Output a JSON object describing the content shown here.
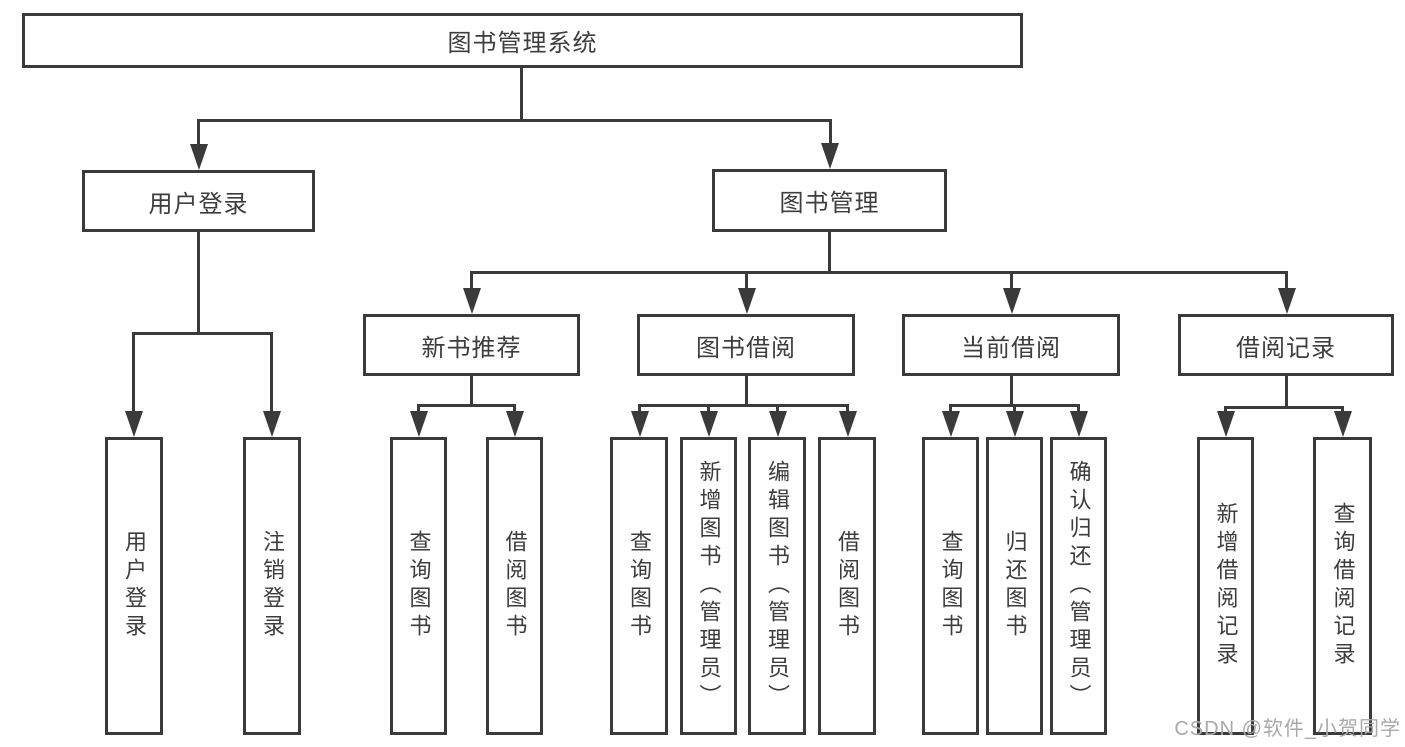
{
  "diagram": {
    "title": "图书管理系统",
    "level2": {
      "user_login": "用户登录",
      "book_mgmt": "图书管理"
    },
    "level3": {
      "new_book_rec": "新书推荐",
      "book_borrow": "图书借阅",
      "current_borrow": "当前借阅",
      "borrow_records": "借阅记录"
    },
    "leaves": {
      "login": "用户登录",
      "logout": "注销登录",
      "rec_query_books": "查询图书",
      "rec_borrow_books": "借阅图书",
      "bb_query_books": "查询图书",
      "bb_add_books": "新增图书（管理员）",
      "bb_edit_books": "编辑图书（管理员）",
      "bb_borrow_books": "借阅图书",
      "cur_query_books": "查询图书",
      "cur_return_books": "归还图书",
      "cur_confirm_return": "确认归还（管理员）",
      "recs_add_record": "新增借阅记录",
      "recs_query_record": "查询借阅记录"
    }
  },
  "watermark": "CSDN @软件_小贺同学",
  "colors": {
    "line": "#3a3a3a",
    "text": "#3d3d3d",
    "watermark": "#a9a9a9",
    "bg": "#ffffff"
  }
}
